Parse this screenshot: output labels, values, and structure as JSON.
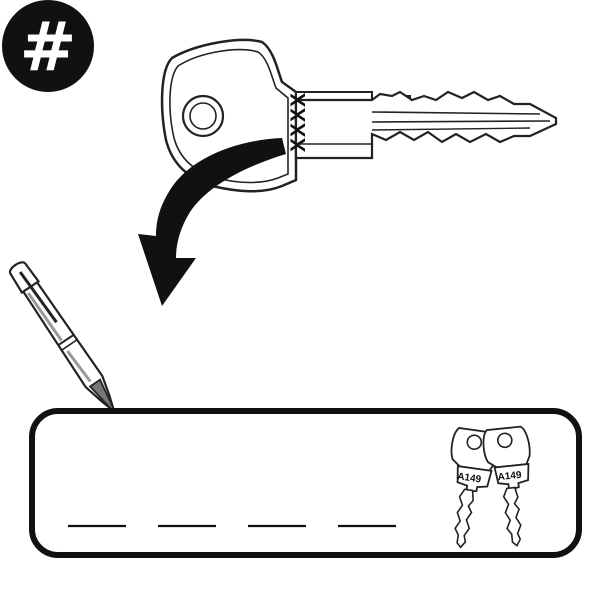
{
  "badge": {
    "symbol": "#",
    "icon": "hash-icon"
  },
  "main_key": {
    "code": "XXXX",
    "icon": "key-icon"
  },
  "tag_keys": {
    "left_label": "A149",
    "right_label": "A149",
    "icon": "key-pair-icon"
  },
  "arrow": {
    "icon": "curved-arrow-down-icon"
  },
  "pen": {
    "icon": "pen-icon"
  },
  "write_box": {
    "blank_count_description": "4 blank lines",
    "colors": {
      "stroke": "#111111",
      "fill": "#ffffff"
    }
  }
}
